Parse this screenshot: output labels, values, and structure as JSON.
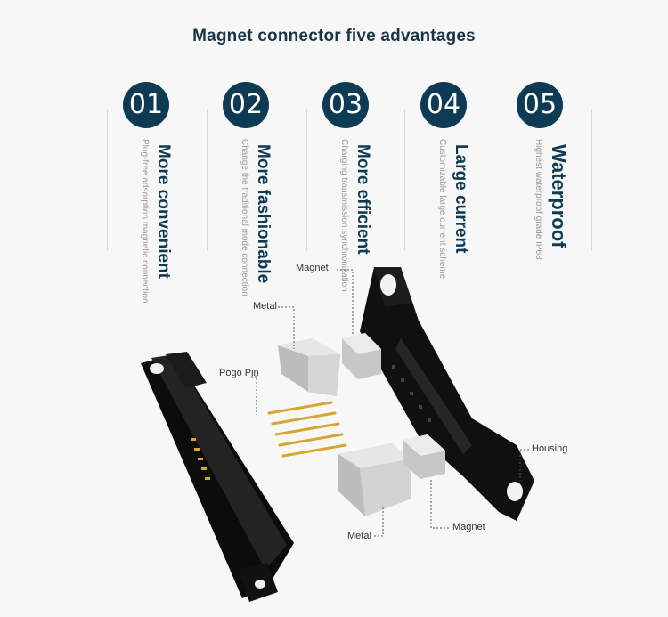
{
  "title": "Magnet connector five advantages",
  "advantages": [
    {
      "number": "01",
      "heading": "More convenient",
      "description": "Plug-free adsorption magnetic connection"
    },
    {
      "number": "02",
      "heading": "More fashionable",
      "description": "Change the traditional mode connection"
    },
    {
      "number": "03",
      "heading": "More efficient",
      "description": "Charging transmission synchronization"
    },
    {
      "number": "04",
      "heading": "Large current",
      "description": "Customizable large current scheme"
    },
    {
      "number": "05",
      "heading": "Waterproof",
      "description": "Highest waterproof grade IP68"
    }
  ],
  "parts": {
    "magnet_top": "Magnet",
    "metal_top": "Metal",
    "pogo_pin": "Pogo Pin",
    "housing": "Housing",
    "magnet_bottom": "Magnet",
    "metal_bottom": "Metal"
  },
  "colors": {
    "accent": "#0f3a54",
    "pin_gold": "#d9a532",
    "housing": "#151515",
    "metal": "#c9c9c9"
  }
}
